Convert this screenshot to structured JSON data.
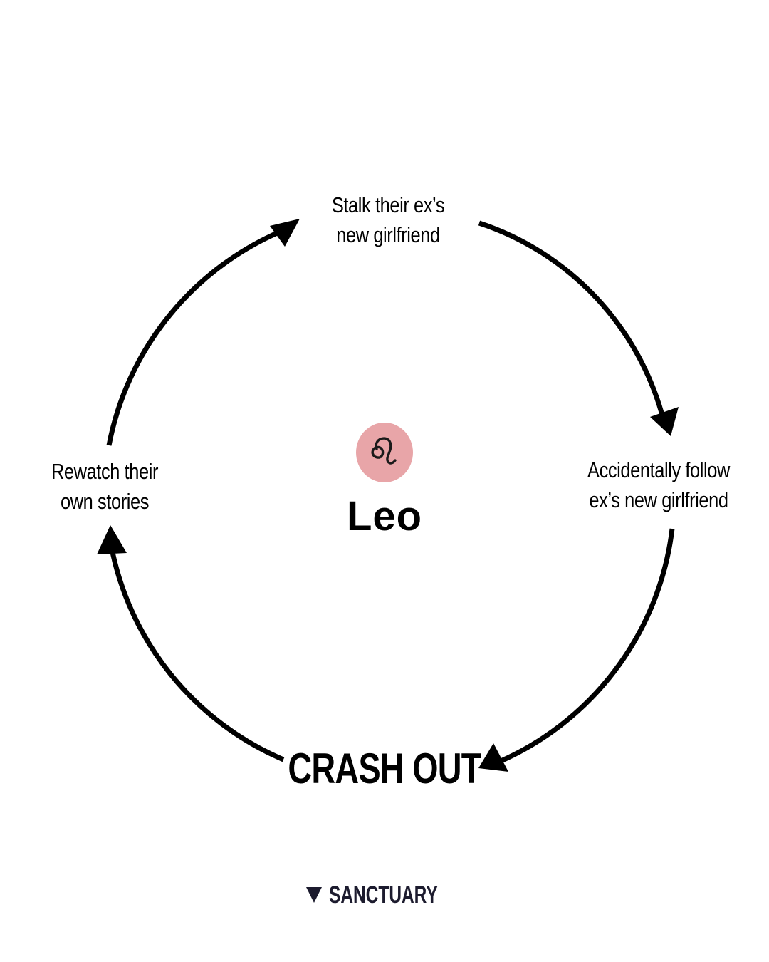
{
  "diagram": {
    "center": {
      "title": "Leo",
      "sign_icon": "leo-zodiac-icon",
      "sign_circle_color": "#e8a5a8"
    },
    "steps": [
      {
        "id": "top",
        "lines": [
          "Stalk their ex’s",
          "new girlfriend"
        ]
      },
      {
        "id": "right",
        "lines": [
          "Accidentally follow",
          "ex’s new girlfriend"
        ]
      },
      {
        "id": "bottom",
        "lines": [
          "CRASH OUT"
        ]
      },
      {
        "id": "left",
        "lines": [
          "Rewatch their",
          "own stories"
        ]
      }
    ],
    "arrow_color": "#000000"
  },
  "brand": {
    "icon": "down-triangle-icon",
    "name": "SANCTUARY",
    "color": "#1c1b2e"
  }
}
